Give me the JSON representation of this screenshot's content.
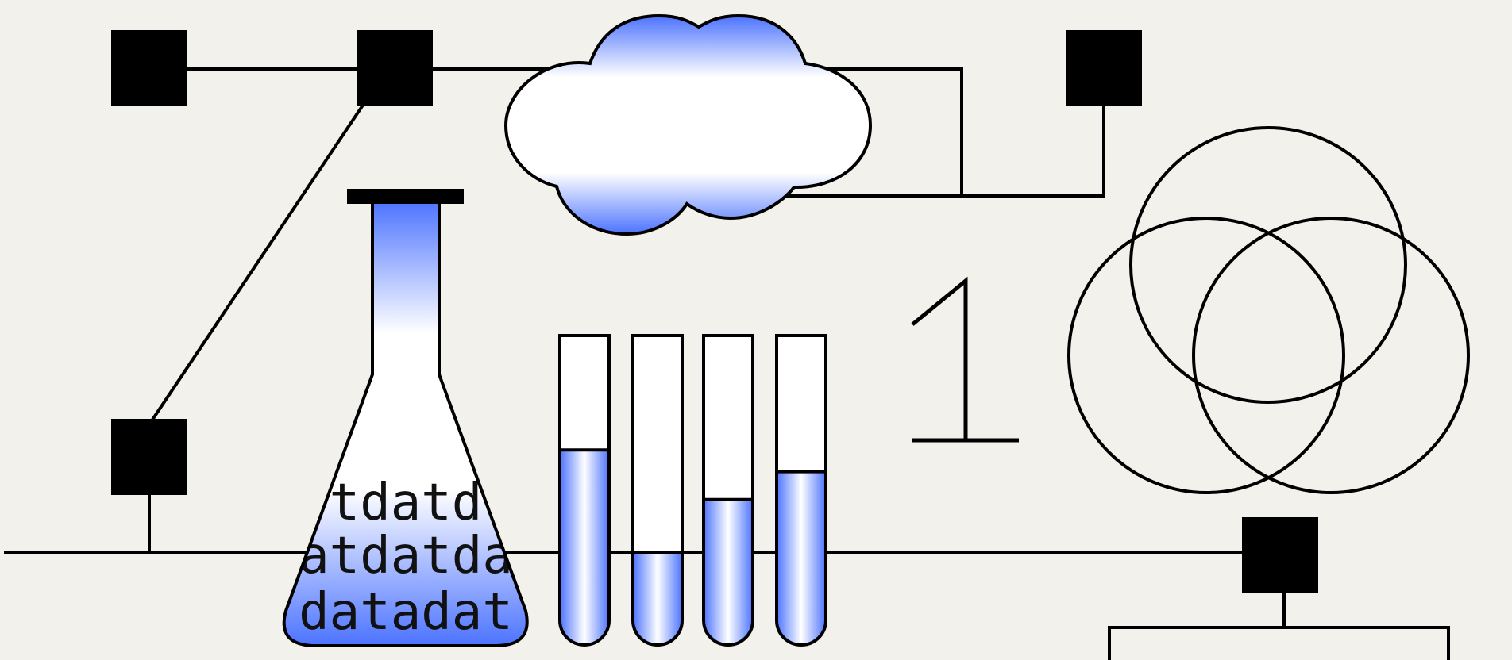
{
  "flask": {
    "text_lines": [
      "tdatd",
      "atdatda",
      "datadat"
    ]
  },
  "digit": {
    "value": "1"
  },
  "tubes": {
    "fill_levels": [
      0.63,
      0.3,
      0.47,
      0.56
    ]
  },
  "colors": {
    "background": "#f3f1eb",
    "accent_blue": "#4c73ff",
    "line": "#000000",
    "white": "#ffffff"
  }
}
